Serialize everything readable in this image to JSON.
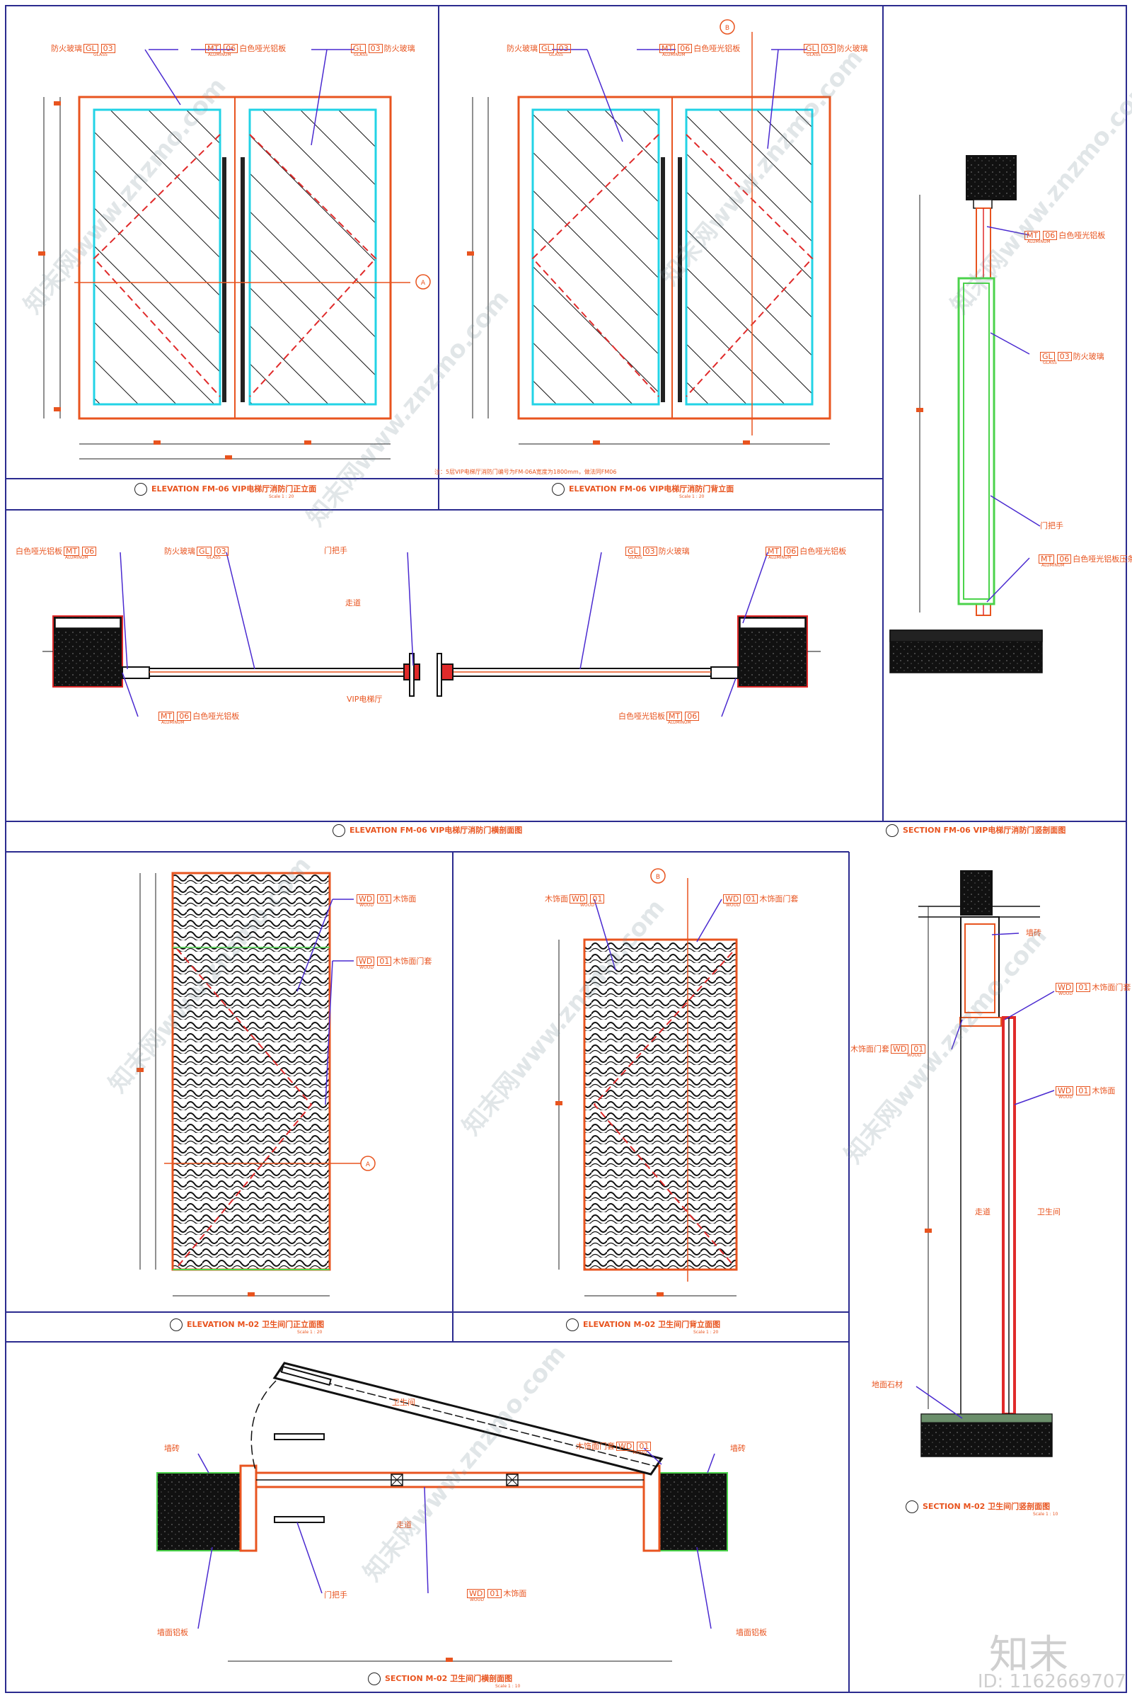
{
  "labels": {
    "fire_glass": "防火玻璃",
    "white_alu": "白色哑光铝板",
    "white_alu_strip": "白色哑光铝板压条",
    "door_handle": "门把手",
    "corridor": "走道",
    "vip_hall": "VIP电梯厅",
    "wood_face": "木饰面",
    "wood_frame": "木饰面门套",
    "wall_brick": "墙砖",
    "toilet": "卫生间",
    "floor_stone": "地面石材",
    "wall_alu": "墙面铝板",
    "code_gl": "GL",
    "num_03": "03",
    "code_mt": "MT",
    "num_06": "06",
    "code_wd": "WD",
    "num_01": "01",
    "sub_glass": "GLASS",
    "sub_alu": "ALUMINUM",
    "sub_wood": "WOOD",
    "callout_a": "A",
    "callout_b": "B"
  },
  "note": "注：5层VIP电梯厅消防门编号为FM-06A宽度为1800mm，做法同FM06",
  "titles": {
    "t1": "ELEVATION  FM-06  VIP电梯厅消防门正立面",
    "t2": "ELEVATION  FM-06  VIP电梯厅消防门背立面",
    "t3": "ELEVATION  FM-06  VIP电梯厅消防门横剖面图",
    "t4": "SECTION  FM-06  VIP电梯厅消防门竖剖面图",
    "t5": "ELEVATION  M-02  卫生间门正立面图",
    "t6": "ELEVATION  M-02  卫生间门背立面图",
    "t7": "SECTION  M-02  卫生间门横剖面图",
    "t8": "SECTION  M-02  卫生间门竖剖面图",
    "scale20": "Scale 1 : 20",
    "scale10": "Scale 1 : 10"
  },
  "watermark": "知末网www.znzmo.com",
  "logo": "知末",
  "id_label": "ID: 1162669707",
  "colors": {
    "frame": "#2b2b8f",
    "orange": "#e8541f",
    "cyan": "#22d3e6",
    "green": "#4bd34b",
    "red": "#e02a2a",
    "purple": "#4a2ad0",
    "black": "#111111"
  }
}
